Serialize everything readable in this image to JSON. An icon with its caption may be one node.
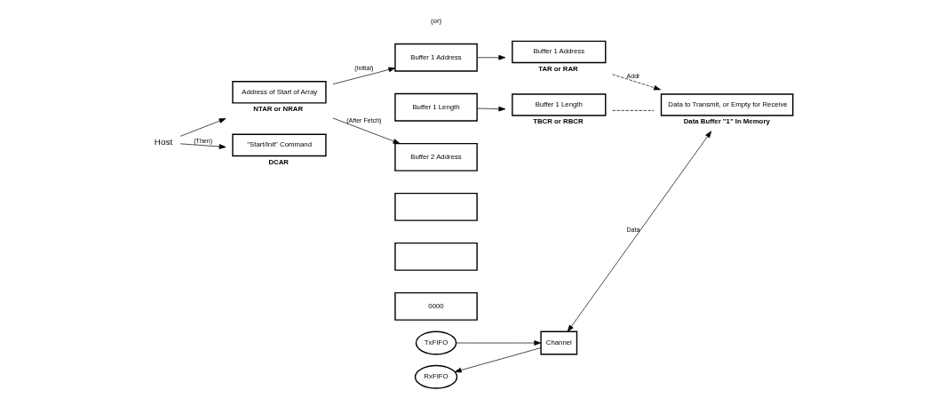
{
  "diagram": {
    "nodes": [
      {
        "text": [
          "Host"
        ]
      },
      {
        "text": [
          "Address of Start of Array",
          "NTAR or NRAR"
        ]
      },
      {
        "text": [
          "\"Start/Init\" Command",
          "DCAR"
        ]
      },
      {
        "text": [
          "Buffer 1 Address"
        ]
      },
      {
        "text": [
          "Buffer 1 Length"
        ]
      },
      {
        "text": [
          "Buffer 2 Address"
        ]
      },
      {
        "text": [],
        "shape": "box"
      },
      {
        "text": [],
        "shape": "box"
      },
      {
        "text": [
          "0000"
        ]
      },
      {
        "text": [
          "Buffer 1 Address",
          "TAR or RAR"
        ]
      },
      {
        "text": [
          "Buffer 1 Length",
          "TBCR or RBCR"
        ]
      },
      {
        "text": [
          "TxFIFO"
        ]
      },
      {
        "text": [
          "RxFIFO"
        ]
      },
      {
        "text": [
          "Channel"
        ]
      },
      {
        "text": [
          "Data to Transmit, or Empty for Receive",
          "Data Buffer \"1\" In Memory"
        ]
      }
    ],
    "edges": [
      {
        "from": 0,
        "to": 1,
        "arrow": "to"
      },
      {
        "from": 0,
        "to": 2,
        "arrow": "to",
        "label": "(Then)"
      },
      {
        "from": 1,
        "to": 3,
        "arrow": "to",
        "label": "(Initial)"
      },
      {
        "from": 1,
        "to": 5,
        "arrow": "to",
        "label": "(After Fetch)"
      },
      {
        "from": 3,
        "to": 9,
        "arrow": "to"
      },
      {
        "from": 4,
        "to": 10,
        "arrow": "to"
      },
      {
        "from": 9,
        "to": 14,
        "arrow": "to",
        "label": "Addr",
        "style": "dashed"
      },
      {
        "from": 10,
        "to": 14,
        "arrow": "none",
        "style": "dashed"
      },
      {
        "from": 11,
        "to": 13,
        "arrow": "to"
      },
      {
        "from": 13,
        "to": 12,
        "arrow": "to"
      },
      {
        "from": 13,
        "to": 14,
        "arrow": "both",
        "label": "Data"
      }
    ],
    "labels": [
      "(or)"
    ]
  }
}
